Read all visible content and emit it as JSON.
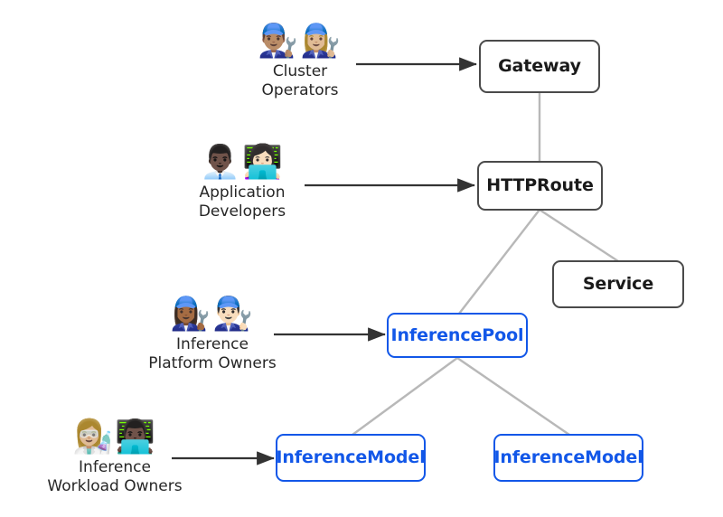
{
  "diagram": {
    "title": "Gateway API Inference Extension personas and resources",
    "background_color": "#ffffff",
    "colors": {
      "node_border_dark": "#4a4a4a",
      "node_border_blue": "#1257e8",
      "node_text_dark": "#1a1a1a",
      "node_text_blue": "#1257e8",
      "edge_gray": "#b3b3b3",
      "arrow_dark": "#333333",
      "persona_text": "#262626"
    },
    "personas": [
      {
        "id": "cluster-operators",
        "emojis": "👨🏽‍🔧👩🏼‍🔧",
        "emoji_names": [
          "man-mechanic-icon",
          "woman-mechanic-icon"
        ],
        "line1": "Cluster",
        "line2": "Operators",
        "target": "Gateway"
      },
      {
        "id": "application-developers",
        "emojis": "👨🏿‍💼👩🏻‍💻",
        "emoji_names": [
          "man-office-worker-icon",
          "woman-technologist-icon"
        ],
        "line1": "Application",
        "line2": "Developers",
        "target": "HTTPRoute"
      },
      {
        "id": "inference-platform-owners",
        "emojis": "👩🏾‍🔧👨🏻‍🔧",
        "emoji_names": [
          "woman-construction-worker-icon",
          "man-construction-worker-icon"
        ],
        "line1": "Inference",
        "line2": "Platform Owners",
        "target": "InferencePool"
      },
      {
        "id": "inference-workload-owners",
        "emojis": "👩🏼‍🔬👨🏿‍💻",
        "emoji_names": [
          "woman-scientist-icon",
          "man-technologist-icon"
        ],
        "line1": "Inference",
        "line2": "Workload Owners",
        "target": "InferenceModel"
      }
    ],
    "nodes": [
      {
        "id": "gateway",
        "label": "Gateway",
        "style": "dark"
      },
      {
        "id": "httproute",
        "label": "HTTPRoute",
        "style": "dark"
      },
      {
        "id": "service",
        "label": "Service",
        "style": "dark"
      },
      {
        "id": "inferencepool",
        "label": "InferencePool",
        "style": "blue"
      },
      {
        "id": "inferencemodel-left",
        "label": "InferenceModel",
        "style": "blue"
      },
      {
        "id": "inferencemodel-right",
        "label": "InferenceModel",
        "style": "blue"
      }
    ],
    "edges": [
      {
        "from": "Gateway",
        "to": "HTTPRoute",
        "kind": "link"
      },
      {
        "from": "HTTPRoute",
        "to": "InferencePool",
        "kind": "link"
      },
      {
        "from": "HTTPRoute",
        "to": "Service",
        "kind": "link"
      },
      {
        "from": "InferencePool",
        "to": "InferenceModel",
        "kind": "link"
      },
      {
        "from": "InferencePool",
        "to": "InferenceModel",
        "kind": "link"
      },
      {
        "from": "Cluster Operators",
        "to": "Gateway",
        "kind": "arrow"
      },
      {
        "from": "Application Developers",
        "to": "HTTPRoute",
        "kind": "arrow"
      },
      {
        "from": "Inference Platform Owners",
        "to": "InferencePool",
        "kind": "arrow"
      },
      {
        "from": "Inference Workload Owners",
        "to": "InferenceModel",
        "kind": "arrow"
      }
    ]
  }
}
